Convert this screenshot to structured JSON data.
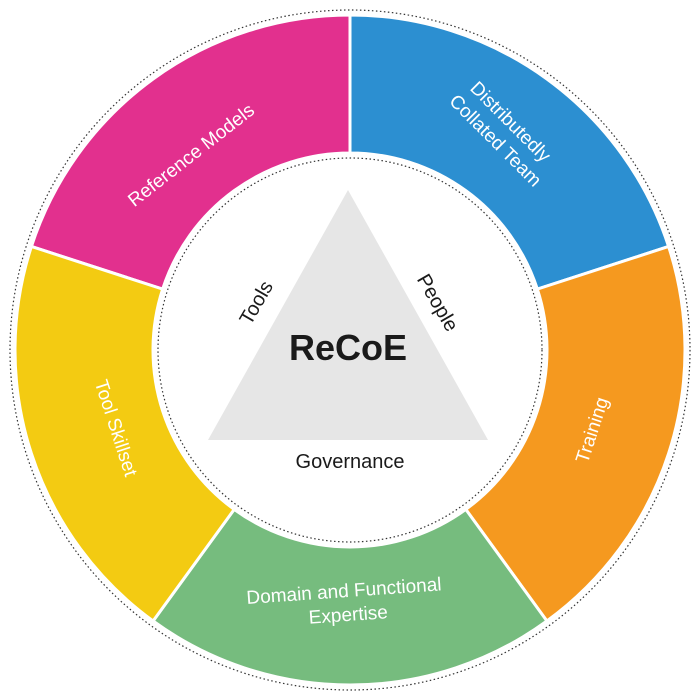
{
  "center": {
    "title": "ReCoE",
    "left_label": "Tools",
    "right_label": "People",
    "bottom_label": "Governance"
  },
  "segments": [
    {
      "label": "Reference Models",
      "color": "#E2308E"
    },
    {
      "label_lines": [
        "Distributedly",
        "Collated Team"
      ],
      "color": "#2C8FD1"
    },
    {
      "label": "Training",
      "color": "#F5991F"
    },
    {
      "label_lines": [
        "Domain and Functional",
        "Expertise"
      ],
      "color": "#76BC7E"
    },
    {
      "label": "Tool Skillset",
      "color": "#F3CB12"
    }
  ],
  "colors": {
    "triangle": "#E6E6E6",
    "text": "#1a1a1a"
  }
}
